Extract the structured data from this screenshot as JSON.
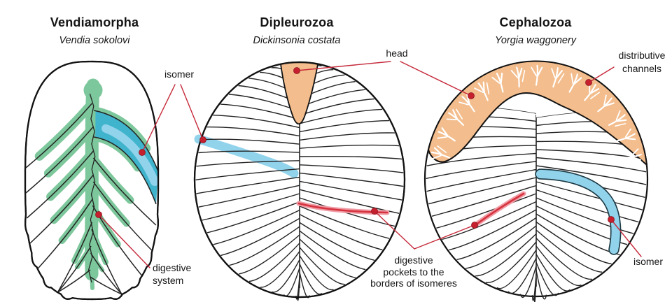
{
  "figure": {
    "panels": [
      {
        "id": "vendiamorpha",
        "title": "Vendiamorpha",
        "species": "Vendia sokolovi"
      },
      {
        "id": "dipleurozoa",
        "title": "Dipleurozoa",
        "species": "Dickinsonia costata"
      },
      {
        "id": "cephalozoa",
        "title": "Cephalozoa",
        "species": "Yorgia waggonery"
      }
    ],
    "annotations": {
      "isomer_left": "isomer",
      "head": "head",
      "distributive_channels": "distributive\nchannels",
      "digestive_system": "digestive\nsystem",
      "digestive_pockets": "digestive\npockets to the\nborders of isomeres",
      "isomer_right": "isomer"
    },
    "colors": {
      "background": "#ffffff",
      "outline": "#121212",
      "segment_line": "#232323",
      "digestive_green": "#7cc79b",
      "isomer_blue_light": "#92d3ec",
      "isomer_blue_dark": "#3fb4cc",
      "head_orange": "#f3bd8d",
      "channel_white": "#ffffff",
      "pocket_pink": "#f09aa4",
      "pocket_red": "#d5333e",
      "annotation_red": "#c5293a",
      "dot_red": "#c6202e",
      "text": "#151515"
    }
  }
}
